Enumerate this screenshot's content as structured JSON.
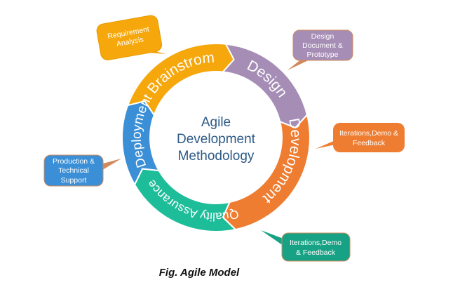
{
  "center": {
    "lines": [
      "Agile",
      "Development",
      "Methodology"
    ]
  },
  "segments": [
    {
      "label": "Brainstrom",
      "color": "#F5A70C"
    },
    {
      "label": "Design",
      "color": "#A68DB6"
    },
    {
      "label": "Development",
      "color": "#EE7D31"
    },
    {
      "label": "Quality Assurance",
      "color": "#1EBD9A"
    },
    {
      "label": "Deployment",
      "color": "#3A8FD6"
    }
  ],
  "callouts": [
    {
      "lines": [
        "Requirement",
        "Analysis"
      ],
      "color": "#F5A70C"
    },
    {
      "lines": [
        "Design",
        "Document &",
        "Prototype"
      ],
      "color": "#A68DB6"
    },
    {
      "lines": [
        "Iterations,Demo &",
        "Feedback"
      ],
      "color": "#EE7D31"
    },
    {
      "lines": [
        "Production &",
        "Technical",
        "Support"
      ],
      "color": "#3A8FD6"
    },
    {
      "lines": [
        "Iterations,Demo",
        "& Feedback"
      ],
      "color": "#17A285"
    }
  ],
  "caption": "Fig. Agile Model"
}
